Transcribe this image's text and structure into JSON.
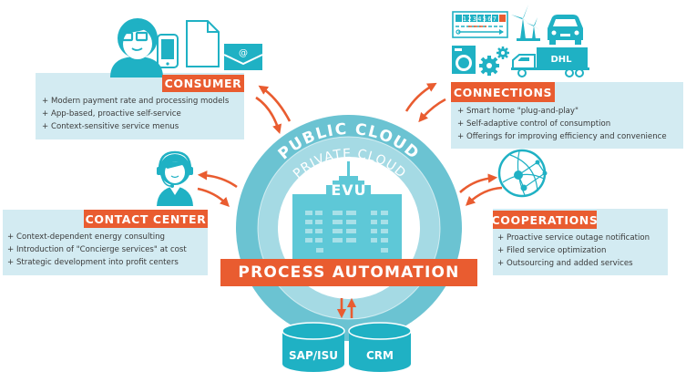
{
  "colors": {
    "accent": "#e95c30",
    "teal": "#1fb1c4",
    "panel": "#d3ebf2",
    "public_cloud": "#6bc3d2",
    "private_cloud": "#a5dae4",
    "building": "#5ec8d7"
  },
  "center": {
    "public_cloud": "PUBLIC CLOUD",
    "private_cloud": "PRIVATE CLOUD",
    "building_label": "EVU",
    "process_automation": "PROCESS AUTOMATION"
  },
  "databases": [
    {
      "label": "SAP/ISU"
    },
    {
      "label": "CRM"
    }
  ],
  "consumer": {
    "title": "CONSUMER",
    "icons": [
      "person-with-glasses-icon",
      "smartphone-icon",
      "document-icon",
      "email-icon"
    ],
    "items": [
      "Modern payment rate and processing models",
      "App-based, proactive self-service",
      "Context-sensitive service menus"
    ]
  },
  "connections": {
    "title": "CONNECTIONS",
    "meter_digits": "1234567",
    "truck_label": "DHL",
    "icons": [
      "smart-meter-icon",
      "wind-turbine-icon",
      "car-icon",
      "washing-machine-icon",
      "gears-icon",
      "truck-icon"
    ],
    "items": [
      "Smart home \"plug-and-play\"",
      "Self-adaptive control of consumption",
      "Offerings for improving efficiency and convenience"
    ]
  },
  "contact_center": {
    "title": "CONTACT CENTER",
    "icons": [
      "headset-agent-icon"
    ],
    "items": [
      "Context-dependent energy consulting",
      "Introduction of \"Concierge services\" at cost",
      "Strategic development into profit centers"
    ]
  },
  "cooperations": {
    "title": "COOPERATIONS",
    "icons": [
      "network-globe-icon"
    ],
    "items": [
      "Proactive service outage notification",
      "Filed service optimization",
      "Outsourcing and added services"
    ]
  }
}
